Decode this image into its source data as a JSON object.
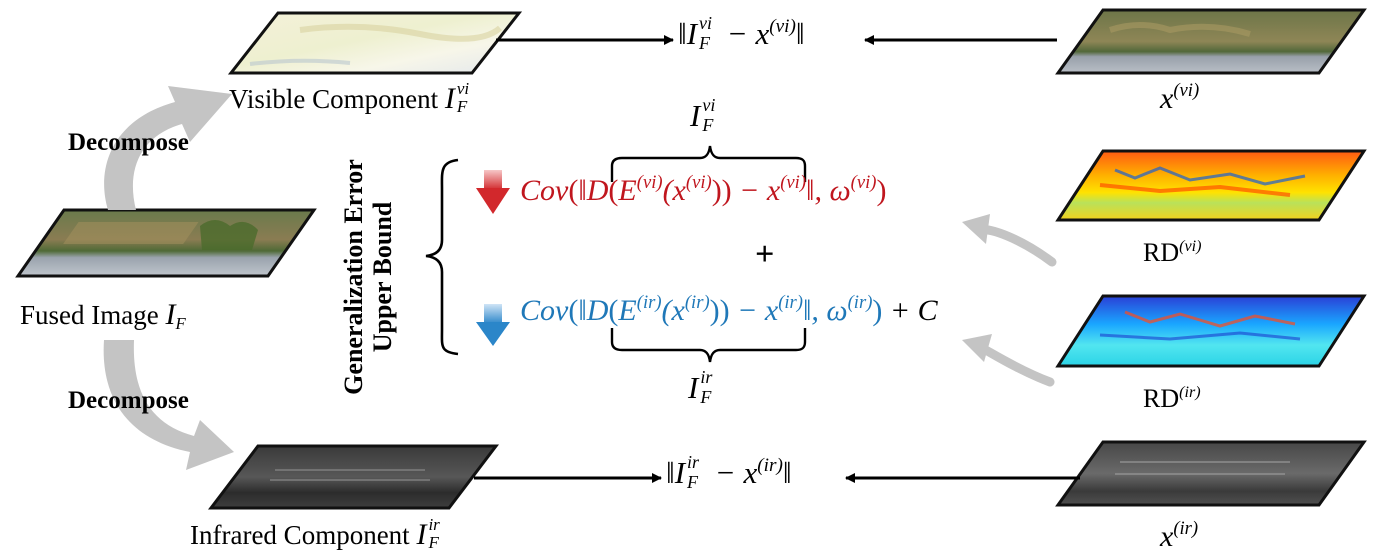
{
  "decompose_top": "Decompose",
  "decompose_bottom": "Decompose",
  "fused_image": {
    "text": "Fused Image ",
    "sym": "I",
    "sub": "F"
  },
  "visible_component": {
    "text": "Visible Component ",
    "sym": "I",
    "sub": "F",
    "sup": "vi"
  },
  "infrared_component": {
    "text": "Infrared Component ",
    "sym": "I",
    "sub": "F",
    "sup": "ir"
  },
  "loss_vi": {
    "open": "‖",
    "sym": "I",
    "sup": "vi",
    "sub": "F",
    "mid": " − x",
    "xsup": "(vi)",
    "close": "‖"
  },
  "loss_ir": {
    "open": "‖",
    "sym": "I",
    "sup": "ir",
    "sub": "F",
    "mid": " − x",
    "xsup": "(ir)",
    "close": "‖"
  },
  "x_vi": {
    "sym": "x",
    "sup": "(vi)"
  },
  "x_ir": {
    "sym": "x",
    "sup": "(ir)"
  },
  "rd_vi": {
    "sym": "RD",
    "sup": "(vi)"
  },
  "rd_ir": {
    "sym": "RD",
    "sup": "(ir)"
  },
  "brace_top": {
    "sym": "I",
    "sup": "vi",
    "sub": "F"
  },
  "brace_bottom": {
    "sym": "I",
    "sup": "ir",
    "sub": "F"
  },
  "bound_title": {
    "line1": "Generalization Error",
    "line2": "Upper Bound"
  },
  "plus": "+",
  "eq_vi": {
    "cov": "Cov",
    "p1": "(‖",
    "D": "D",
    "p2": "(",
    "E": "E",
    "esup": "(vi)",
    "p3": "(x",
    "xsup1": "(vi)",
    "p4": "))",
    "minus": " − x",
    "xsup2": "(vi)",
    "p5": "‖,  ω",
    "wsup": "(vi)",
    "p6": ")",
    "tail": ""
  },
  "eq_ir": {
    "cov": "Cov",
    "p1": "(‖",
    "D": "D",
    "p2": "(",
    "E": "E",
    "esup": "(ir)",
    "p3": "(x",
    "xsup1": "(ir)",
    "p4": "))",
    "minus": " − x",
    "xsup2": "(ir)",
    "p5": "‖,  ω",
    "wsup": "(ir)",
    "p6": ")",
    "tail": " + C"
  },
  "colors": {
    "red": "#c0161e",
    "blue": "#1f78b8",
    "arrow_gray": "#c4c4c4",
    "panel_border": "#111111"
  }
}
